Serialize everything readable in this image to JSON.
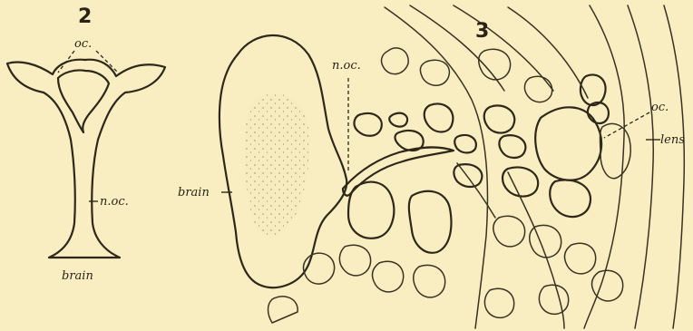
{
  "figures": [
    {
      "number": "2",
      "labels": {
        "oc": "oc.",
        "noc": "n.oc.",
        "brain": "brain"
      }
    },
    {
      "number": "3",
      "labels": {
        "noc": "n.oc.",
        "brain": "brain",
        "oc": "oc.",
        "lens": "lens"
      }
    }
  ],
  "colors": {
    "paper": "#f8eec1",
    "ink": "#2e271a"
  }
}
